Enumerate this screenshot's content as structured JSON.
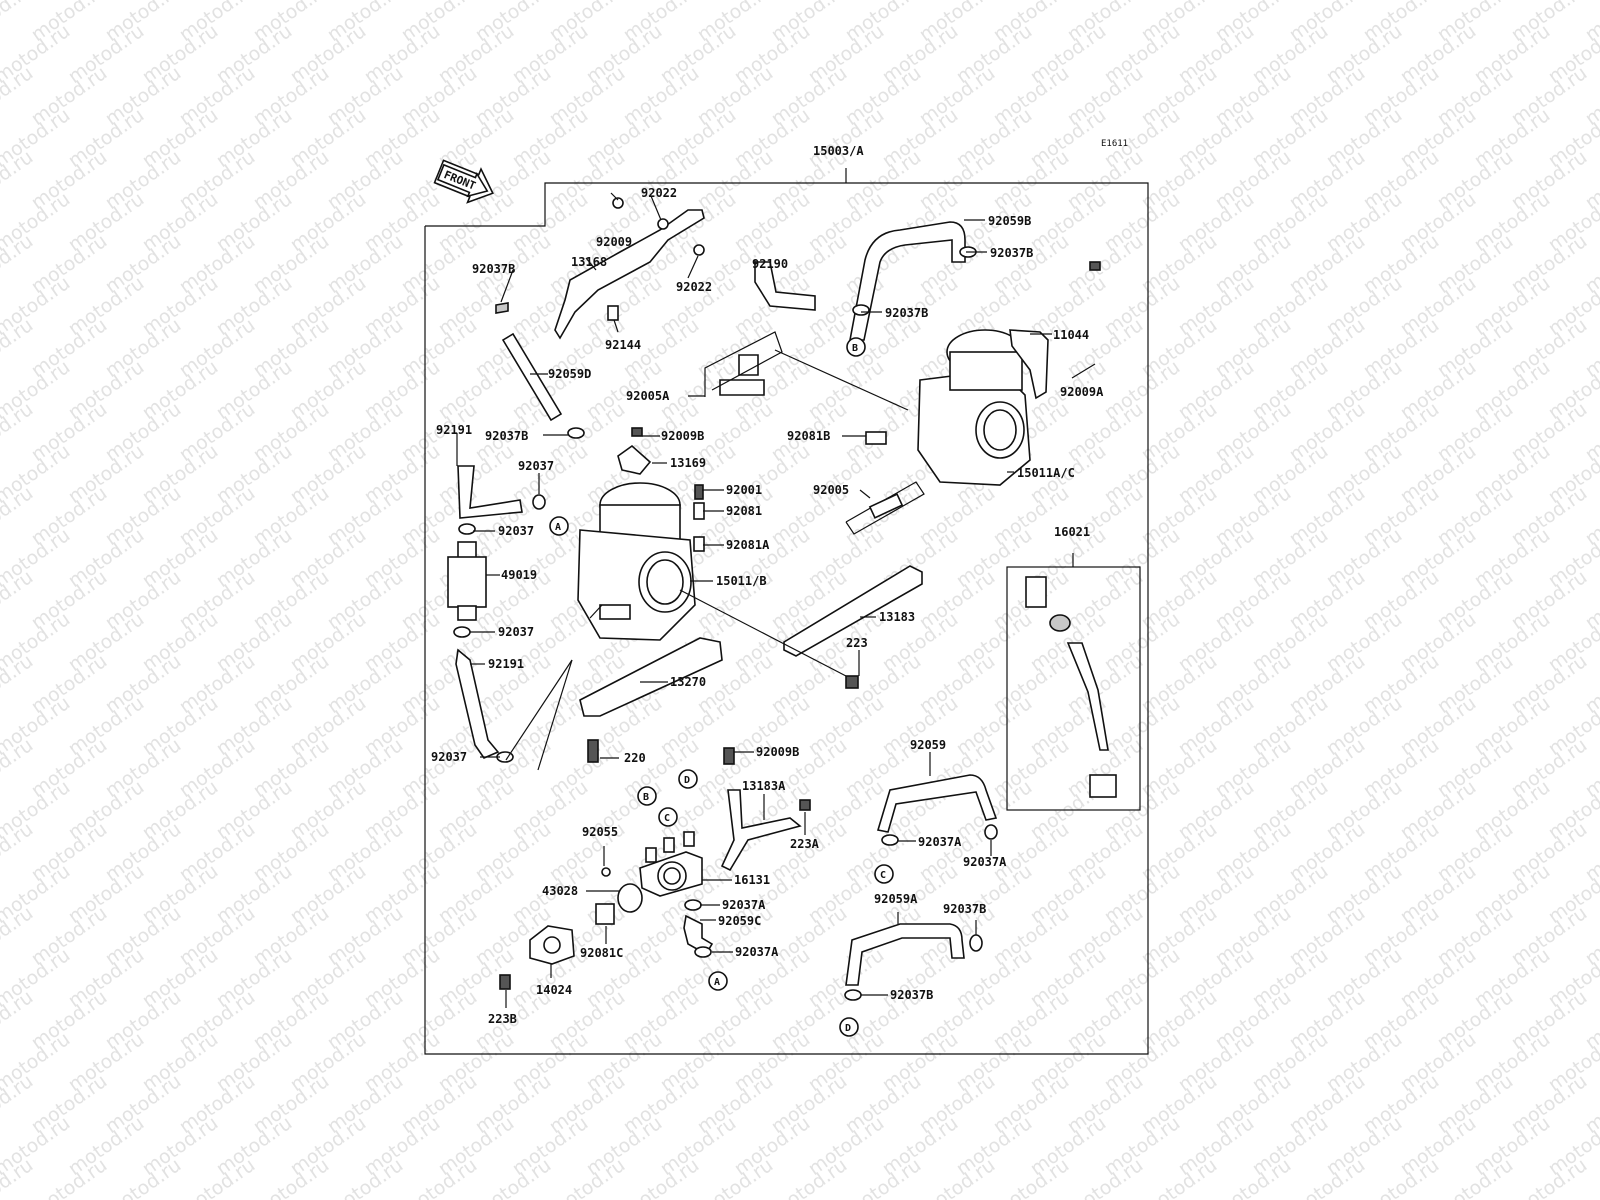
{
  "diagram": {
    "code": "E1611",
    "front": "FRONT",
    "watermark": "motod.ru",
    "top_part": "15003/A",
    "parts": {
      "p92022a": "92022",
      "p92009": "92009",
      "p13168": "13168",
      "p92022b": "92022",
      "p92144": "92144",
      "p92037B_1": "92037B",
      "p92059D": "92059D",
      "p92190": "92190",
      "p92005A": "92005A",
      "p92059B": "92059B",
      "p92037B_2": "92037B",
      "p92037B_3": "92037B",
      "p11044": "11044",
      "p92009A": "92009A",
      "p92081B": "92081B",
      "p92005": "92005",
      "p15011AC": "15011A/C",
      "p92191a": "92191",
      "p92037B_4": "92037B",
      "p92009B_1": "92009B",
      "p13169": "13169",
      "p92037_1": "92037",
      "p92001": "92001",
      "p92081": "92081",
      "p92037_2": "92037",
      "p92081A": "92081A",
      "p49019": "49019",
      "p15011B": "15011/B",
      "p16021": "16021",
      "p13183": "13183",
      "p92037_3": "92037",
      "p223": "223",
      "p92191b": "92191",
      "p13270": "13270",
      "p92037_4": "92037",
      "p220": "220",
      "p92009B_2": "92009B",
      "p13183A": "13183A",
      "p92059": "92059",
      "p92055": "92055",
      "p223A": "223A",
      "p92037A_1": "92037A",
      "p92037A_2": "92037A",
      "p16131": "16131",
      "p43028": "43028",
      "p92037A_3": "92037A",
      "p92059C": "92059C",
      "p92059A": "92059A",
      "p92037B_5": "92037B",
      "p92081C": "92081C",
      "p92037A_4": "92037A",
      "p14024": "14024",
      "p92037B_6": "92037B",
      "p223B": "223B"
    },
    "markers": {
      "A1": "A",
      "B1": "B",
      "B2": "B",
      "C1": "C",
      "C2": "C",
      "D1": "D",
      "D2": "D",
      "A2": "A"
    }
  }
}
